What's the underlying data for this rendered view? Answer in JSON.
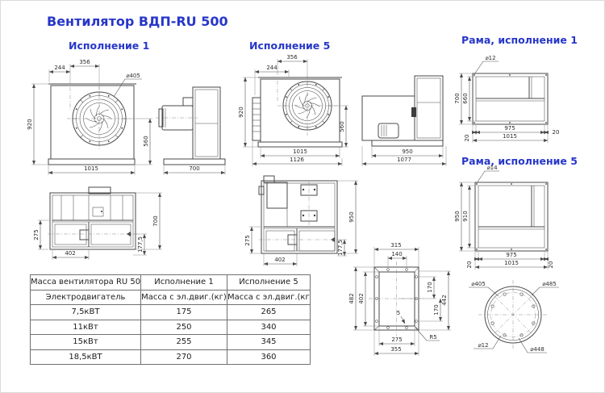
{
  "page": {
    "title": "Вентилятор ВДП-RU 500"
  },
  "colors": {
    "accent": "#2737c9",
    "line": "#4a4a4a"
  },
  "sections": {
    "isp1": "Исполнение 1",
    "isp5": "Исполнение 5",
    "frame1": "Рама, исполнение 1",
    "frame5": "Рама, исполнение 5"
  },
  "drawings": {
    "isp1_front": {
      "w356": "356",
      "w244": "244",
      "dia": "⌀405",
      "h920": "920",
      "h560": "560",
      "w1015": "1015",
      "side_w700": "700"
    },
    "isp1_top": {
      "h275": "275",
      "w402": "402",
      "d1775": "177,5",
      "h700": "700"
    },
    "isp5_front": {
      "w356": "356",
      "w244": "244",
      "h920": "920",
      "h560": "560",
      "w1015": "1015",
      "w1126": "1126",
      "side_w950": "950",
      "side_w1077": "1077"
    },
    "isp5_top": {
      "h275": "275",
      "w402": "402",
      "d1775": "177,5",
      "h950": "950"
    },
    "frame1": {
      "hole": "⌀12",
      "h700": "700",
      "h660": "660",
      "e20l": "20",
      "w975": "975",
      "e20r": "20",
      "w1015": "1015"
    },
    "frame5": {
      "hole": "⌀14",
      "h950": "950",
      "h910": "910",
      "e20l": "20",
      "w975": "975",
      "e20r": "20",
      "w1015": "1015"
    },
    "rect_flange": {
      "w315": "315",
      "w140": "140",
      "h482": "482",
      "h402": "402",
      "h170a": "170",
      "h170b": "170",
      "h442": "442",
      "w275": "275",
      "w355": "355",
      "t5": "5",
      "r5": "R5"
    },
    "round_flange": {
      "d405": "⌀405",
      "d485": "⌀485",
      "d12": "⌀12",
      "d448": "⌀448"
    }
  },
  "table": {
    "headers": [
      "Масса вентилятора RU 500",
      "Исполнение 1",
      "Исполнение 5"
    ],
    "subheaders": [
      "Электродвигатель",
      "Масса с эл.двиг.(кг)",
      "Масса с эл.двиг.(кг)"
    ],
    "rows": [
      [
        "7,5кВТ",
        "175",
        "265"
      ],
      [
        "11кВт",
        "250",
        "340"
      ],
      [
        "15кВт",
        "255",
        "345"
      ],
      [
        "18,5кВТ",
        "270",
        "360"
      ]
    ]
  }
}
